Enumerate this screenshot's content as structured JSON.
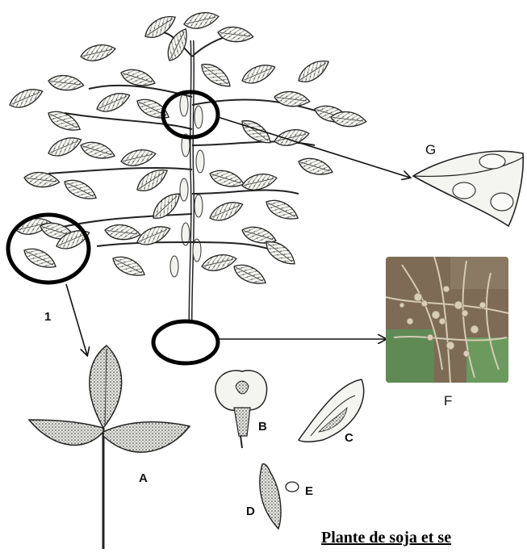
{
  "labels": {
    "one": "1",
    "a": "A",
    "b": "B",
    "c": "C",
    "d": "D",
    "e": "E",
    "f": "F",
    "g": "G"
  },
  "caption": "Plante de soja et se",
  "colors": {
    "ink": "#1a1a1a",
    "leaf_fill": "#f4f4f0",
    "root_soil": "#6b5a48",
    "root_green": "#5f8a55",
    "nodule": "#d8cdb6"
  },
  "icons": {
    "leaf": "leaf-icon",
    "flower": "flower-icon",
    "pod": "pod-icon",
    "seed": "seed-icon"
  }
}
